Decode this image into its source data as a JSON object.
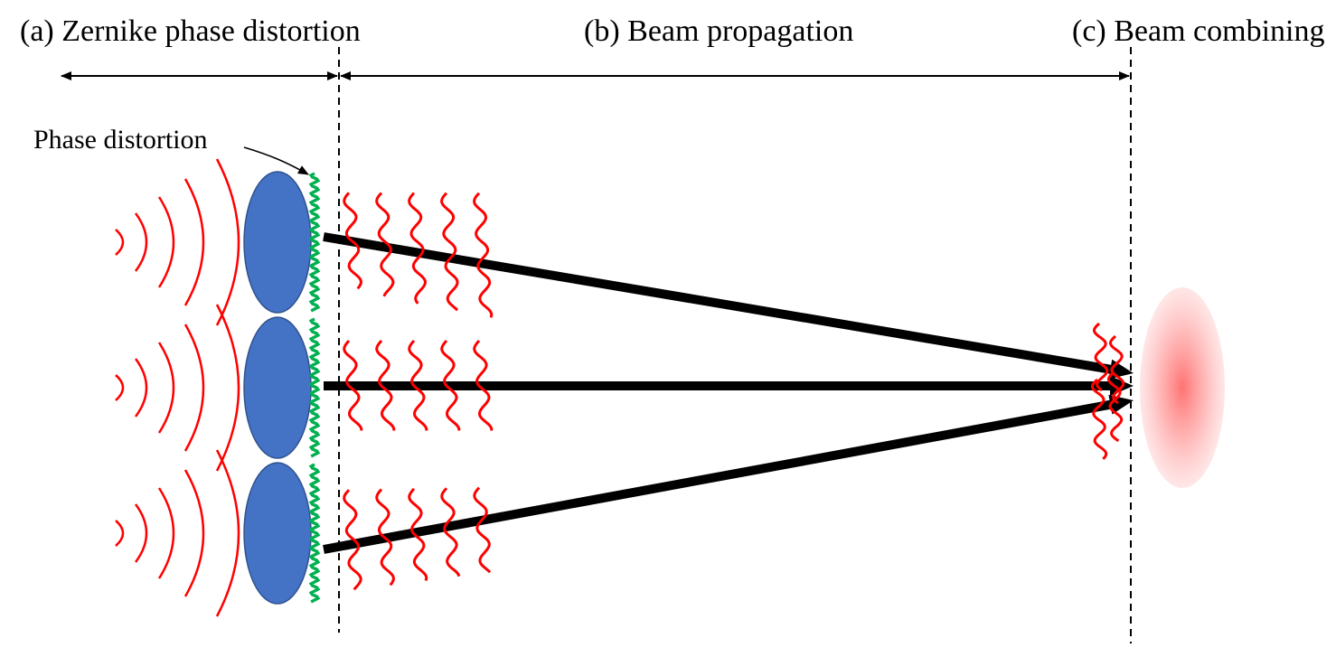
{
  "labels": {
    "section_a": "(a) Zernike phase distortion",
    "section_b": "(b) Beam propagation",
    "section_c": "(c) Beam combining",
    "phase_distortion": "Phase distortion"
  },
  "colors": {
    "background": "#ffffff",
    "emitter_fill": "#4472c4",
    "emitter_stroke": "#2f528f",
    "wavefront": "#ff0000",
    "distortion": "#00b050",
    "beam": "#000000",
    "combined_spot": "#ff6b6b"
  },
  "diagram": {
    "emitter_count": 3,
    "wavefronts_per_emitter": 5,
    "beam_style": "thick-black-arrow",
    "combined_spot": "radial-red-ellipse"
  }
}
